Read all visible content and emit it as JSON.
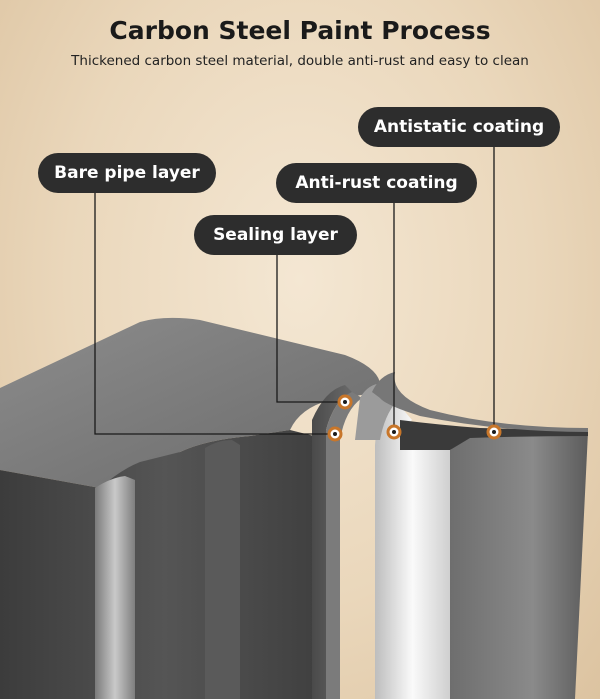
{
  "header": {
    "title": "Carbon Steel Paint Process",
    "subtitle": "Thickened carbon steel material, double anti-rust and easy to clean"
  },
  "labels": {
    "antistatic": "Antistatic coating",
    "antirust": "Anti-rust coating",
    "bare_pipe": "Bare pipe layer",
    "sealing": "Sealing layer"
  },
  "colors": {
    "label_background": "#2d2d2d",
    "label_text": "#ffffff",
    "marker_ring": "#c8762a"
  }
}
